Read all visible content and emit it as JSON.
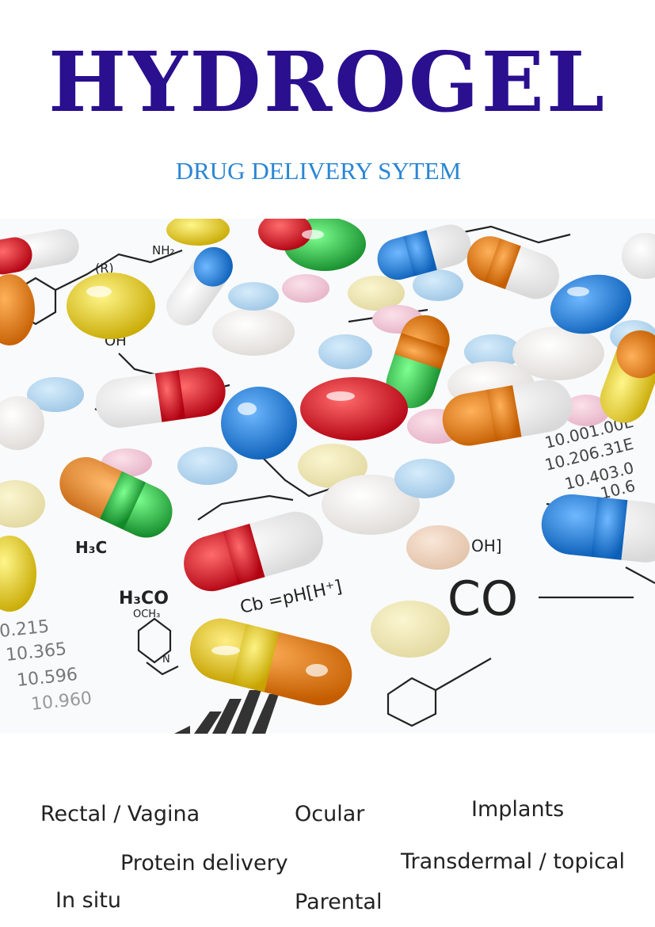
{
  "header": {
    "title": "HYDROGEL",
    "subtitle": "DRUG DELIVERY SYTEM"
  },
  "colors": {
    "title": "#2a0f8f",
    "subtitle": "#2a86d4",
    "text": "#222222"
  },
  "image": {
    "formula_texts": [
      "OH",
      "(R)",
      "NH₂",
      "H₃C",
      "H₃CO",
      "OCH₃",
      "N",
      "Cb =pH[H⁺]",
      "CO",
      "OH]",
      "0.215",
      "10.365",
      "10.596",
      "10.960",
      "10.001.00E",
      "10.206.31E",
      "10.403.0",
      "10.6"
    ]
  },
  "routes": {
    "rectal": "Rectal / Vagina",
    "ocular": "Ocular",
    "implants": "Implants",
    "protein": "Protein delivery",
    "transdermal": "Transdermal / topical",
    "insitu": "In situ",
    "parental": "Parental"
  }
}
